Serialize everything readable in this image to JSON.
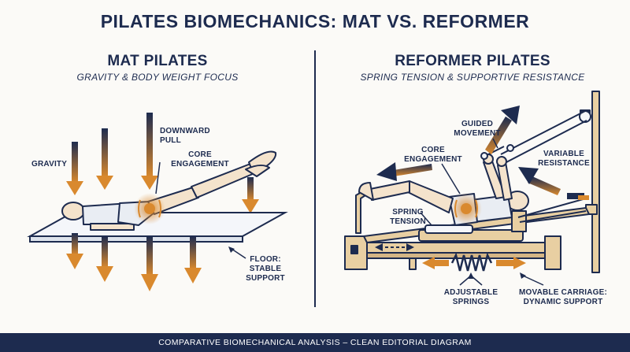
{
  "title": "PILATES BIOMECHANICS: MAT VS. REFORMER",
  "mat": {
    "heading": "MAT PILATES",
    "subheading": "GRAVITY & BODY WEIGHT FOCUS",
    "labels": {
      "gravity": "GRAVITY",
      "downward_pull_1": "DOWNWARD",
      "downward_pull_2": "PULL",
      "core_1": "CORE",
      "core_2": "ENGAGEMENT",
      "floor_1": "FLOOR:",
      "floor_2": "STABLE",
      "floor_3": "SUPPORT"
    }
  },
  "reformer": {
    "heading": "REFORMER PILATES",
    "subheading": "SPRING TENSION & SUPPORTIVE RESISTANCE",
    "labels": {
      "guided_1": "GUIDED",
      "guided_2": "MOVEMENT",
      "core_1": "CORE",
      "core_2": "ENGAGEMENT",
      "variable_1": "VARIABLE",
      "variable_2": "RESISTANCE",
      "spring_1": "SPRING",
      "spring_2": "TENSION",
      "adjustable_1": "ADJUSTABLE",
      "adjustable_2": "SPRINGS",
      "carriage_1": "MOVABLE CARRIAGE:",
      "carriage_2": "DYNAMIC SUPPORT"
    }
  },
  "footer": "COMPARATIVE BIOMECHANICAL ANALYSIS – CLEAN EDITORIAL DIAGRAM",
  "colors": {
    "navy": "#1d2b4f",
    "orange": "#d9892e",
    "skin": "#f4e3cc",
    "wood": "#e8cfa2",
    "background": "#fbfaf7"
  }
}
